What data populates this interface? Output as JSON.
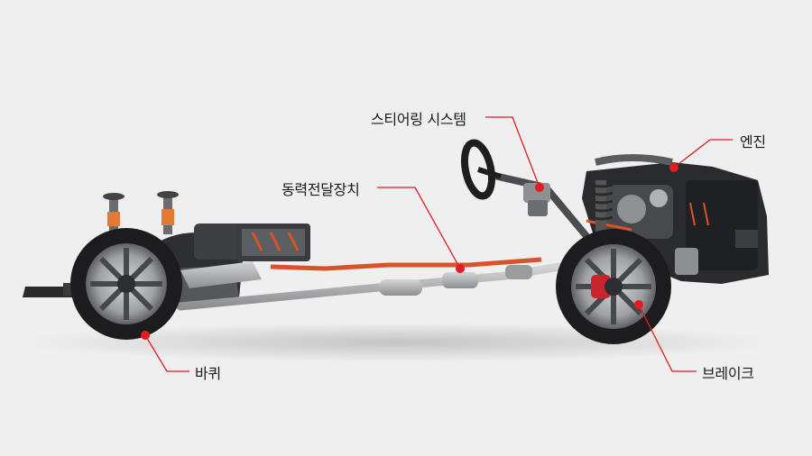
{
  "labels": {
    "steering": "스티어링 시스템",
    "engine": "엔진",
    "drivetrain": "동력전달장치",
    "wheel": "바퀴",
    "brake": "브레이크"
  },
  "colors": {
    "background": "#efefef",
    "callout_line": "#e31b23",
    "callout_dot": "#e31b23",
    "wheel_tire": "#1f1f1f",
    "rim": "#a9abae",
    "engine_block": "#2c2d30",
    "copper_line": "#d9532a"
  },
  "icons": {
    "front_wheel": "wheel-icon",
    "rear_wheel": "wheel-icon",
    "engine": "engine-icon",
    "steering_wheel": "steering-wheel-icon"
  }
}
